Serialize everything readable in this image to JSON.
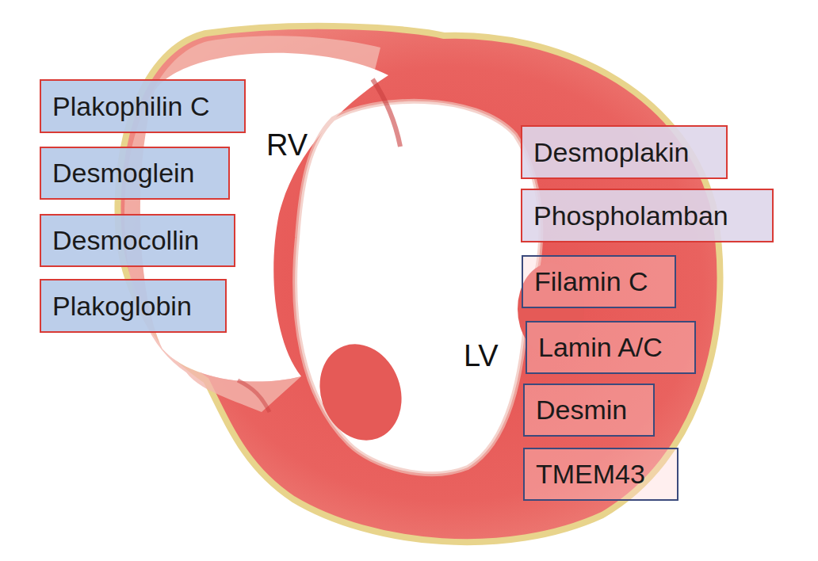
{
  "diagram": {
    "nodes": [
      {
        "text": [
          "Plakophilin C"
        ]
      },
      {
        "text": [
          "Desmoglein"
        ]
      },
      {
        "text": [
          "Desmocollin"
        ]
      },
      {
        "text": [
          "Plakoglobin"
        ]
      },
      {
        "text": [
          "Desmoplakin"
        ]
      },
      {
        "text": [
          "Phospholamban"
        ]
      },
      {
        "text": [
          "Filamin C"
        ]
      },
      {
        "text": [
          "Lamin A/C"
        ]
      },
      {
        "text": [
          "Desmin"
        ]
      },
      {
        "text": [
          "TMEM43"
        ]
      }
    ],
    "labels": [
      "RV",
      "LV"
    ]
  }
}
